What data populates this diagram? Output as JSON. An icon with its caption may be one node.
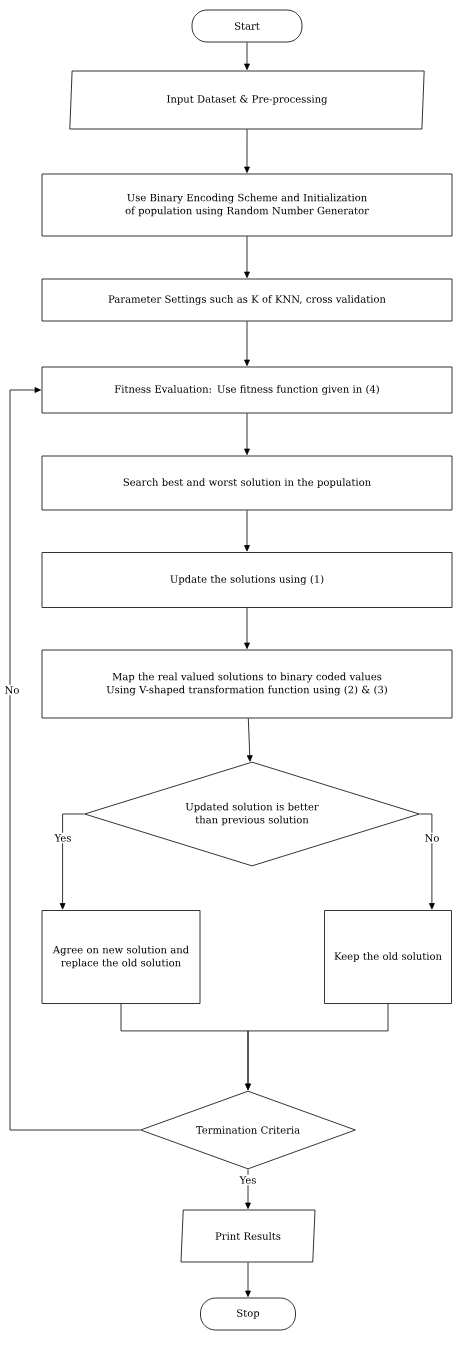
{
  "diagram": {
    "nodes": [
      {
        "text": [
          "Start"
        ]
      },
      {
        "text": [
          "Input Dataset & Pre-processing"
        ]
      },
      {
        "text": [
          "Use Binary Encoding Scheme and Initialization of population using Random Number Generator"
        ]
      },
      {
        "text": [
          "Parameter Settings such as K of KNN, cross validation"
        ]
      },
      {
        "text": [
          "Fitness Evaluation: Use fitness function given in (4)"
        ]
      },
      {
        "text": [
          "Search best and worst solution in the population"
        ]
      },
      {
        "text": [
          "Update the solutions using (1)"
        ]
      },
      {
        "text": [
          "Map the real valued solutions to binary coded values Using V-shaped transformation function using (2) & (3)"
        ]
      },
      {
        "text": [
          "Updated solution is better than previous solution"
        ]
      },
      {
        "text": [
          "Agree on new solution and replace the old solution"
        ]
      },
      {
        "text": [
          "Keep the old solution"
        ]
      },
      {
        "text": [
          "Termination Criteria"
        ]
      },
      {
        "text": [
          "Print Results"
        ]
      },
      {
        "text": [
          "Stop"
        ]
      }
    ],
    "edges": [
      {
        "from": 0,
        "to": 1,
        "arrow": "to"
      },
      {
        "from": 1,
        "to": 2,
        "arrow": "to"
      },
      {
        "from": 2,
        "to": 3,
        "arrow": "to"
      },
      {
        "from": 3,
        "to": 4,
        "arrow": "to"
      },
      {
        "from": 4,
        "to": 5,
        "arrow": "to"
      },
      {
        "from": 5,
        "to": 6,
        "arrow": "to"
      },
      {
        "from": 6,
        "to": 7,
        "arrow": "to"
      },
      {
        "from": 7,
        "to": 8,
        "arrow": "to"
      },
      {
        "from": 8,
        "to": 9,
        "arrow": "to",
        "label": "Yes"
      },
      {
        "from": 8,
        "to": 10,
        "arrow": "to",
        "label": "No"
      },
      {
        "from": 9,
        "to": 11,
        "arrow": "to"
      },
      {
        "from": 10,
        "to": 11,
        "arrow": "to"
      },
      {
        "from": 11,
        "to": 4,
        "arrow": "to",
        "label": "No"
      },
      {
        "from": 11,
        "to": 12,
        "arrow": "to",
        "label": "Yes"
      },
      {
        "from": 12,
        "to": 13,
        "arrow": "to"
      }
    ]
  }
}
